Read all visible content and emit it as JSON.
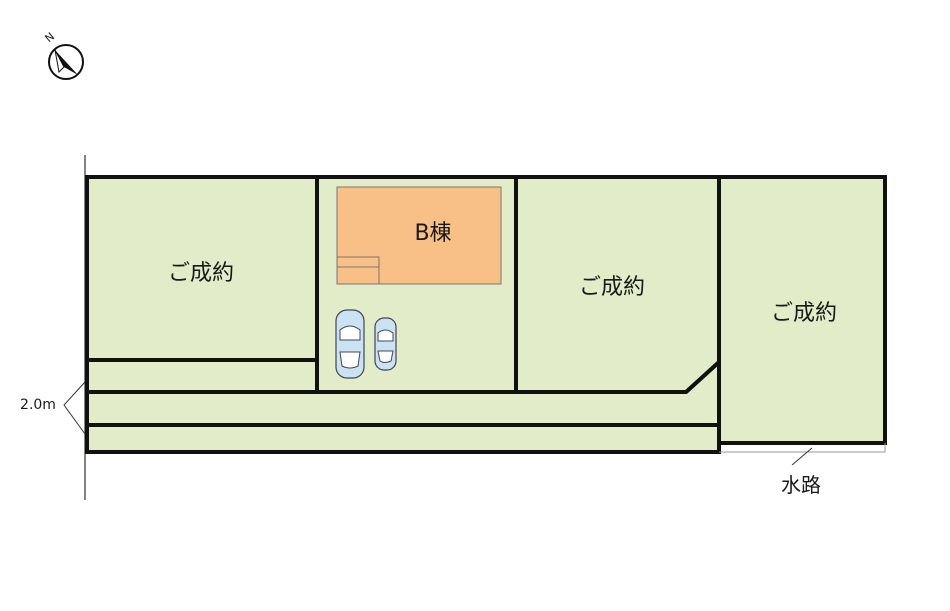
{
  "compass": {
    "north_label": "N",
    "icon": "north-arrow-icon"
  },
  "lots": [
    {
      "label": "ご成約",
      "status": "sold"
    },
    {
      "label": "ご成約",
      "status": "sold"
    },
    {
      "label": "ご成約",
      "status": "sold"
    }
  ],
  "building": {
    "label": "B棟"
  },
  "road_width": "2.0m",
  "waterway": "水路",
  "colors": {
    "lot_fill": "#e2ecc9",
    "building_fill": "#f8bf87",
    "border": "#111111",
    "car_fill": "#c9e3f3"
  }
}
